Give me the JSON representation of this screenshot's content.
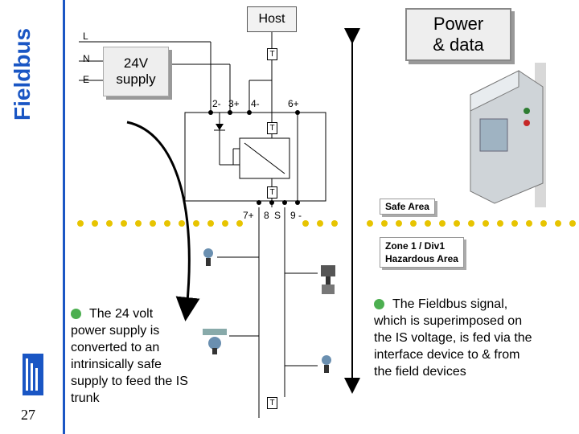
{
  "sidebar": {
    "title": "Fieldbus",
    "page_number": "27"
  },
  "diagram": {
    "host_label": "Host",
    "power_data_label": "Power\n& data",
    "mains_labels": [
      "L",
      "N",
      "E"
    ],
    "supply_label": "24V\nsupply",
    "t_label": "T",
    "top_terminals": [
      "2-",
      "3+",
      "4-",
      "6+"
    ],
    "bottom_terminals": [
      "7+",
      "8",
      "S",
      "9 -"
    ],
    "safe_area": "Safe Area",
    "hazardous_area": "Zone 1 / Div1\nHazardous Area"
  },
  "notes": {
    "left": "The 24 volt power supply is converted to an intrinsically safe supply to feed the IS trunk",
    "right": "The Fieldbus signal, which is superimposed on the IS voltage, is fed via the interface device to & from the field devices"
  },
  "colors": {
    "accent": "#1a56c4",
    "bullet": "#4caf50"
  }
}
